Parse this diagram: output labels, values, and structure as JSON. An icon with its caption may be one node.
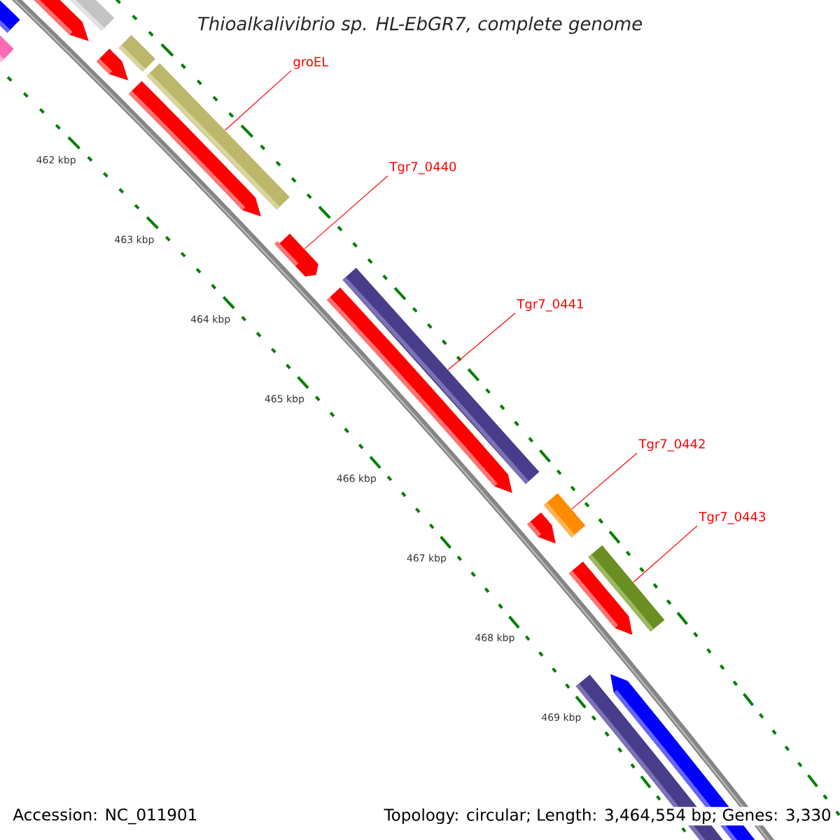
{
  "diagram": {
    "title": "Thioalkalivibrio sp. HL-EbGR7, complete genome",
    "nodes": [
      {
        "text": [
          "groEL"
        ]
      },
      {
        "text": [
          "Tgr7_0440"
        ]
      },
      {
        "text": [
          "Tgr7_0441"
        ]
      },
      {
        "text": [
          "Tgr7_0442"
        ]
      },
      {
        "text": [
          "Tgr7_0443"
        ]
      },
      {
        "text": [],
        "shape": "bar"
      },
      {
        "text": [],
        "shape": "bar"
      },
      {
        "text": [],
        "shape": "bar"
      },
      {
        "text": [],
        "shape": "bar"
      },
      {
        "text": [],
        "shape": "bar"
      }
    ],
    "edges": [
      {
        "from": 0,
        "to": 5,
        "arrow": "none"
      },
      {
        "from": 1,
        "to": 6,
        "arrow": "none"
      },
      {
        "from": 2,
        "to": 7,
        "arrow": "none"
      },
      {
        "from": 3,
        "to": 8,
        "arrow": "none"
      },
      {
        "from": 4,
        "to": 9,
        "arrow": "none"
      }
    ],
    "labels": [
      "462 kbp",
      "463 kbp",
      "464 kbp",
      "465 kbp",
      "466 kbp",
      "467 kbp",
      "468 kbp",
      "469 kbp",
      "Accession: NC_011901",
      "Topology: circular; Length: 3,464,554 bp; Genes: 3,330"
    ]
  }
}
